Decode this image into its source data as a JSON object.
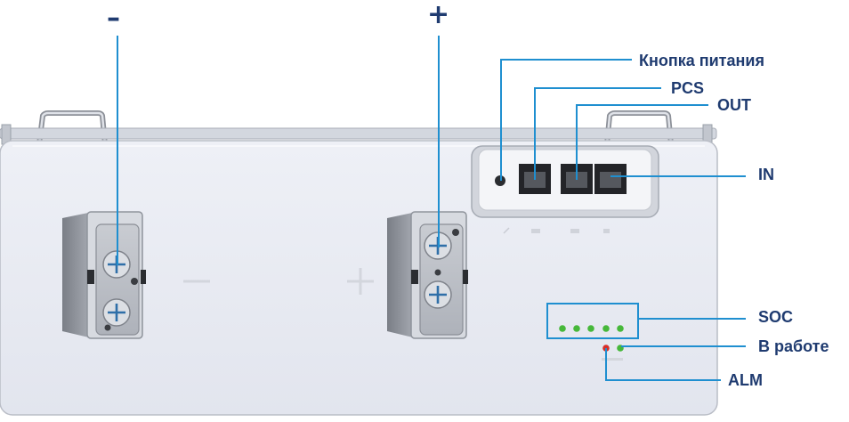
{
  "terminals": {
    "negative": "–",
    "positive": "+"
  },
  "callouts": {
    "power_button": "Кнопка питания",
    "pcs": "PCS",
    "out": "OUT",
    "in": "IN",
    "soc": "SOC",
    "run": "В работе",
    "alm": "ALM"
  },
  "colors": {
    "label": "#1f3b70",
    "leader": "#1f8fd0",
    "led_green": "#46b83a",
    "led_red": "#d6302a"
  }
}
